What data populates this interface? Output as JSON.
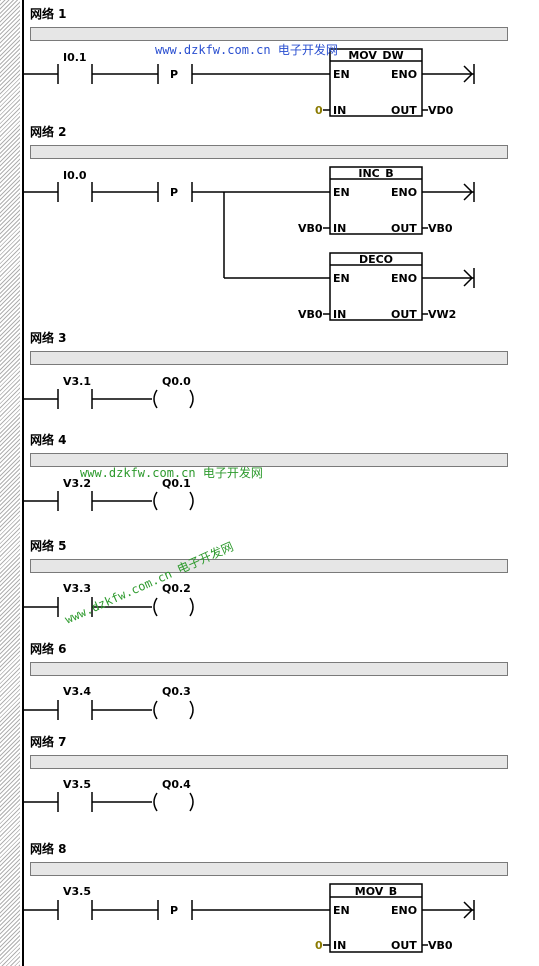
{
  "networks": [
    {
      "title": "网络 1",
      "contact": "I0.1",
      "edge": "P",
      "box_title": "MOV_DW",
      "in_operand": "0",
      "out_operand": "VD0"
    },
    {
      "title": "网络 2",
      "contact": "I0.0",
      "edge": "P",
      "box_title": "INC_B",
      "in_operand": "VB0",
      "out_operand": "VB0",
      "box2_title": "DECO",
      "in2_operand": "VB0",
      "out2_operand": "VW2"
    },
    {
      "title": "网络 3",
      "contact": "V3.1",
      "coil": "Q0.0"
    },
    {
      "title": "网络 4",
      "contact": "V3.2",
      "coil": "Q0.1"
    },
    {
      "title": "网络 5",
      "contact": "V3.3",
      "coil": "Q0.2"
    },
    {
      "title": "网络 6",
      "contact": "V3.4",
      "coil": "Q0.3"
    },
    {
      "title": "网络 7",
      "contact": "V3.5",
      "coil": "Q0.4"
    },
    {
      "title": "网络 8",
      "contact": "V3.5",
      "edge": "P",
      "box_title": "MOV_B",
      "in_operand": "0",
      "out_operand": "VB0"
    }
  ],
  "pins": {
    "en": "EN",
    "eno": "ENO",
    "in": "IN",
    "out": "OUT"
  },
  "watermark": "www.dzkfw.com.cn 电子开发网"
}
